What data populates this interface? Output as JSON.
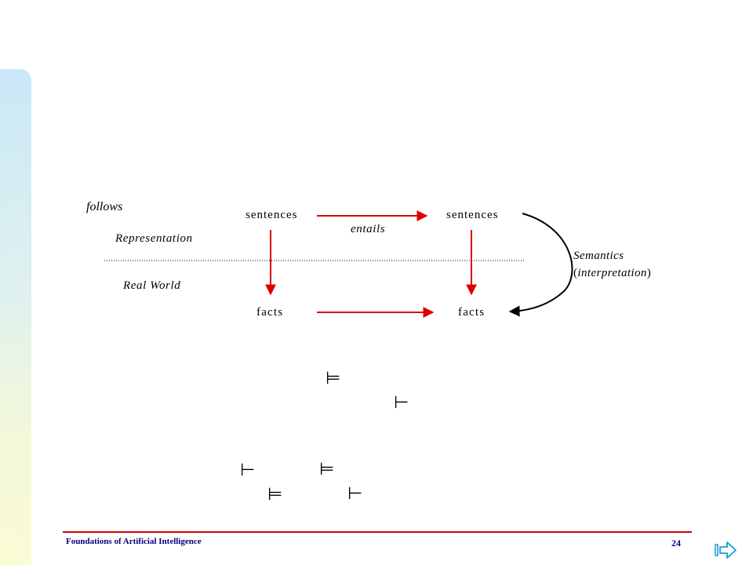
{
  "diagram": {
    "follows": "follows",
    "representation": "Representation",
    "real_world": "Real World",
    "sentences_left": "sentences",
    "sentences_right": "sentences",
    "entails": "entails",
    "facts_left": "facts",
    "facts_right": "facts",
    "semantics_line1": "Semantics",
    "semantics_line2_paren_open": "(",
    "semantics_line2_word": "interpretation",
    "semantics_line2_paren_close": ")",
    "arrow_color": "#dd0000"
  },
  "symbols": {
    "models": "⊨",
    "proves": "⊢"
  },
  "footer": {
    "title": "Foundations of Artificial Intelligence",
    "page_number": "24",
    "accent_color": "#cc0000",
    "text_color": "#000080",
    "nav_icon": "next-slide-arrow-icon"
  }
}
